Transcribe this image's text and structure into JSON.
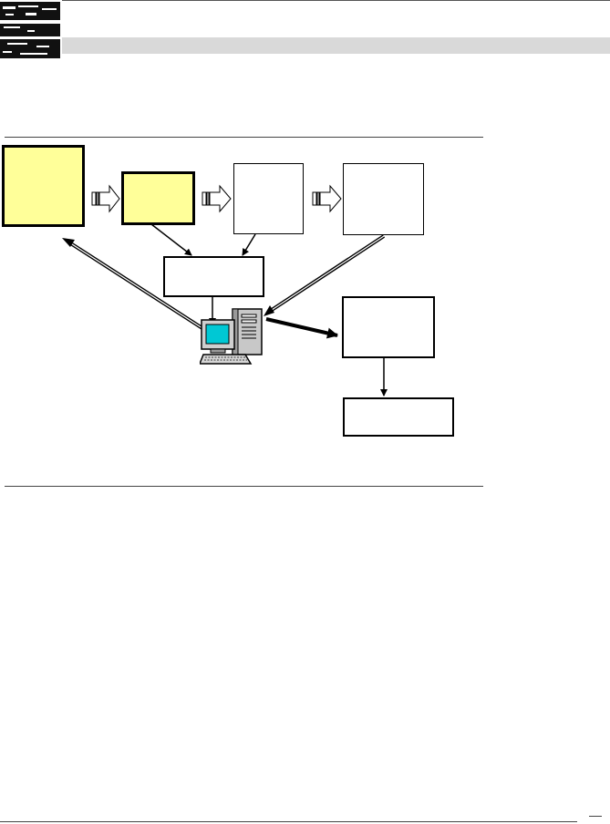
{
  "header": {
    "logo_icon": "emblem-logo",
    "band_color": "#d9d9d9"
  },
  "diagram": {
    "nodes": {
      "stage_1": {
        "label": "",
        "fill": "#ffff99"
      },
      "stage_2": {
        "label": "",
        "fill": "#ffff99"
      },
      "stage_3": {
        "label": "",
        "fill": "#ffffff"
      },
      "stage_4": {
        "label": "",
        "fill": "#ffffff"
      },
      "collector": {
        "label": "",
        "fill": "#ffffff"
      },
      "computer": {
        "icon": "desktop-computer-icon"
      },
      "output": {
        "label": "",
        "fill": "#ffffff"
      },
      "final": {
        "label": "",
        "fill": "#ffffff"
      }
    },
    "connections": [
      {
        "from": "stage_1",
        "to": "stage_2",
        "style": "block-arrow"
      },
      {
        "from": "stage_2",
        "to": "stage_3",
        "style": "block-arrow"
      },
      {
        "from": "stage_3",
        "to": "stage_4",
        "style": "block-arrow"
      },
      {
        "from": "stage_2",
        "to": "collector",
        "style": "thin-arrow"
      },
      {
        "from": "stage_3",
        "to": "collector",
        "style": "thin-arrow"
      },
      {
        "from": "collector",
        "to": "computer",
        "style": "thin-arrow"
      },
      {
        "from": "stage_4",
        "to": "computer",
        "style": "double-line-arrow"
      },
      {
        "from": "computer",
        "to": "stage_1",
        "style": "double-line-arrow"
      },
      {
        "from": "computer",
        "to": "output",
        "style": "thick-arrow"
      },
      {
        "from": "output",
        "to": "final",
        "style": "thin-arrow"
      }
    ]
  }
}
